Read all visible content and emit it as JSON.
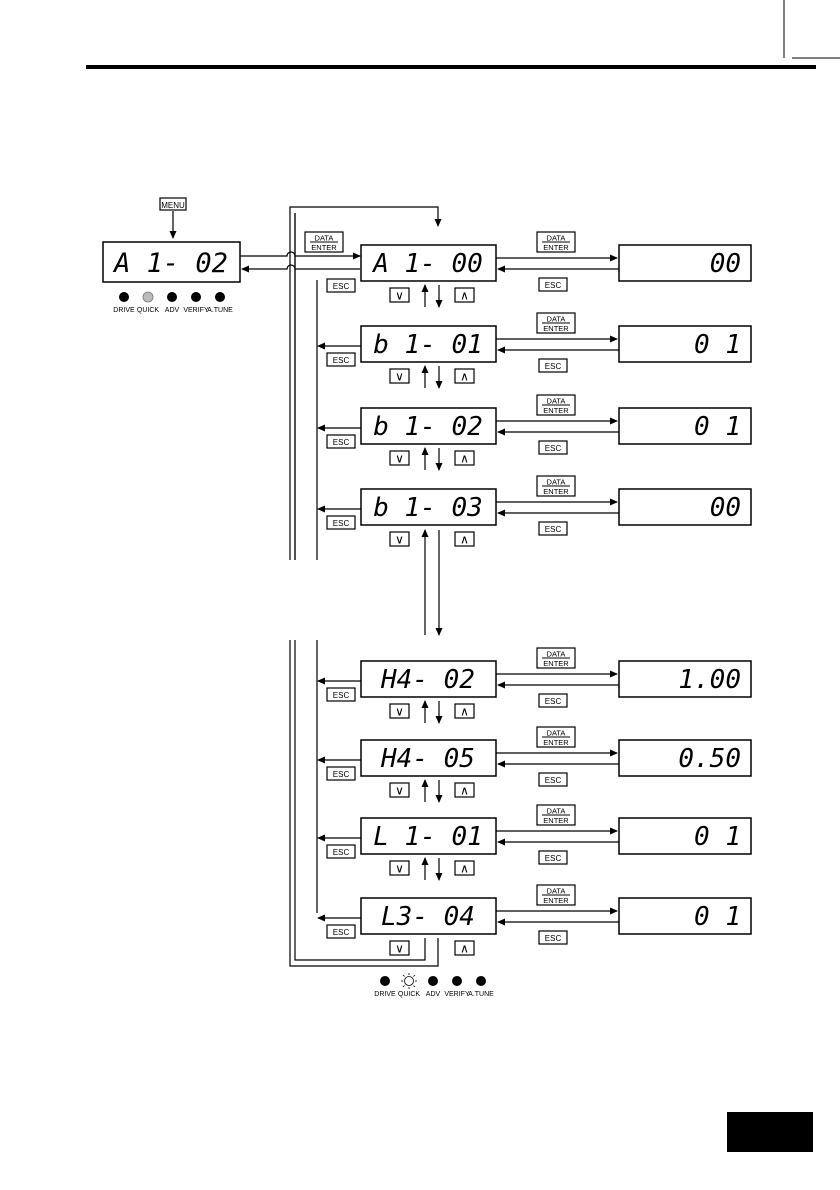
{
  "menu_key": "MENU",
  "keys": {
    "data_top": "DATA",
    "data_bottom": "ENTER",
    "esc": "ESC",
    "down": "∨",
    "up": "∧"
  },
  "start_display": "A 1- 02",
  "leds": {
    "labels": [
      "DRIVE",
      "QUICK",
      "ADV",
      "VERIFY",
      "A.TUNE"
    ],
    "active": "QUICK"
  },
  "rows": [
    {
      "param": "A 1- 00",
      "value": "00"
    },
    {
      "param": "b 1- 01",
      "value": "0 1"
    },
    {
      "param": "b 1- 02",
      "value": "0 1"
    },
    {
      "param": "b 1- 03",
      "value": "00"
    },
    {
      "param": "H4- 02",
      "value": "1.00"
    },
    {
      "param": "H4- 05",
      "value": "0.50"
    },
    {
      "param": "L 1- 01",
      "value": "0 1"
    },
    {
      "param": "L3- 04",
      "value": "0 1"
    }
  ],
  "page_tab_color": "#000000"
}
